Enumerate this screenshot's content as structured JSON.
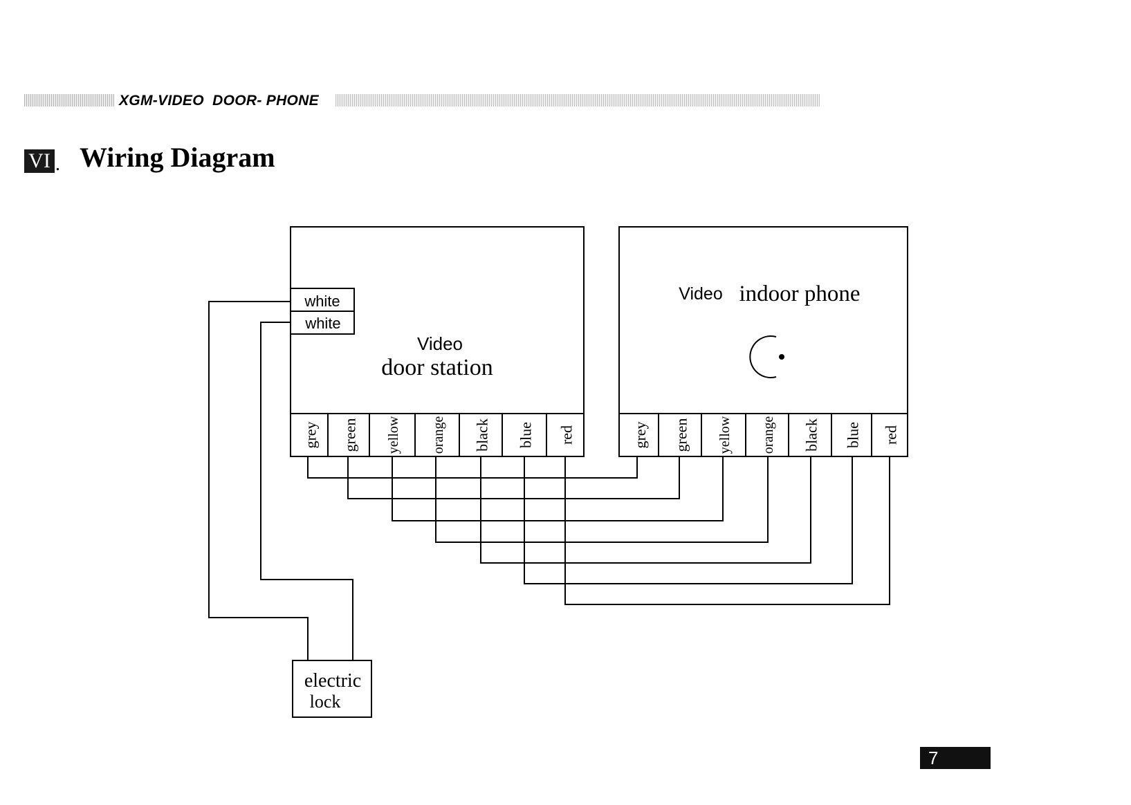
{
  "header": {
    "title": "XGM-VIDEO  DOOR- PHONE"
  },
  "section": {
    "number": "VI",
    "dot": ".",
    "title": "Wiring Diagram"
  },
  "door_station": {
    "label_line1": "Video",
    "label_line2": "door station",
    "white_terminals": [
      "white",
      "white"
    ],
    "wires": [
      "grey",
      "green",
      "yellow",
      "orange",
      "black",
      "blue",
      "red"
    ]
  },
  "indoor_phone": {
    "label_video": "Video",
    "label_rest": "indoor phone",
    "wires": [
      "grey",
      "green",
      "yellow",
      "orange",
      "black",
      "blue",
      "red"
    ]
  },
  "electric_lock": {
    "line1": "electric",
    "line2": "lock"
  },
  "page_number": "7"
}
